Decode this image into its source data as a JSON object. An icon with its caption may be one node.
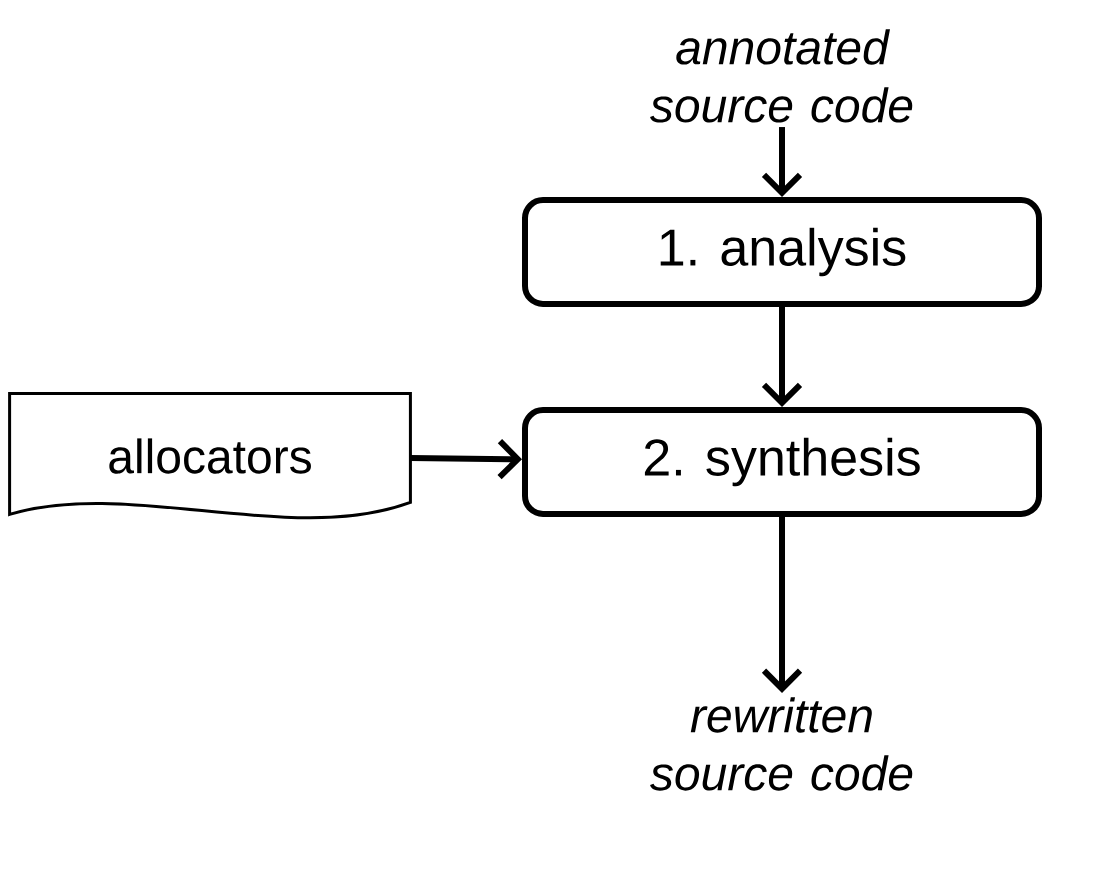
{
  "diagram": {
    "nodes": [
      {
        "text": [
          "annotated source code"
        ]
      },
      {
        "text": [
          "1. analysis"
        ]
      },
      {
        "text": [
          "2. synthesis"
        ]
      },
      {
        "text": [
          "allocators"
        ]
      },
      {
        "text": [
          "rewritten source code"
        ]
      }
    ],
    "edges": [
      {
        "from": 0,
        "to": 1,
        "arrow": "to"
      },
      {
        "from": 1,
        "to": 2,
        "arrow": "to"
      },
      {
        "from": 3,
        "to": 2,
        "arrow": "to"
      },
      {
        "from": 2,
        "to": 4,
        "arrow": "to"
      }
    ]
  }
}
